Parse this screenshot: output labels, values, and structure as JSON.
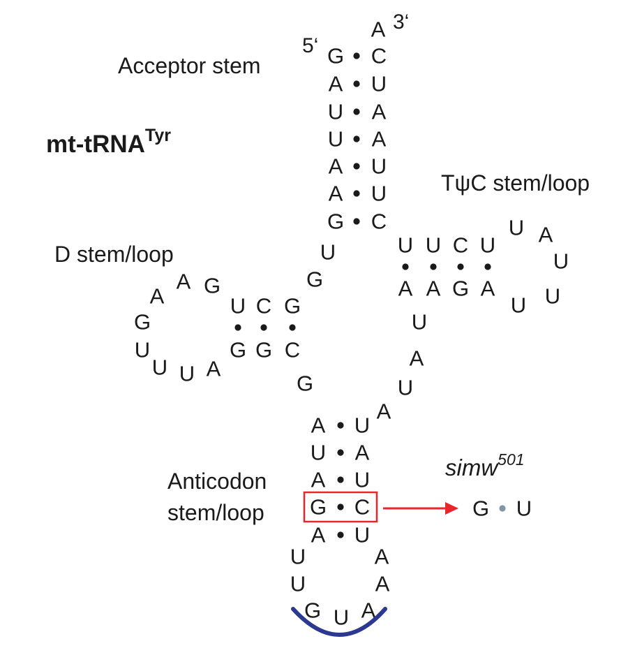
{
  "title": {
    "main": "mt-tRNA",
    "superscript": "Tyr"
  },
  "labels": {
    "acceptor": "Acceptor stem",
    "tpsic": "TψC stem/loop",
    "dstem": "D stem/loop",
    "anticodon_line1": "Anticodon",
    "anticodon_line2": "stem/loop",
    "five_prime": "5‘",
    "three_prime": "3‘"
  },
  "mutant": {
    "name": "simw",
    "superscript": "501",
    "base1": "G",
    "base2": "U"
  },
  "colors": {
    "highlight_box": "#e8262c",
    "arrow": "#e8262c",
    "mutant_bond": "#7f97a3",
    "anticodon_arc": "#2b3990",
    "text": "#1a1a1a"
  },
  "acceptor_stem": [
    [
      "G",
      "C"
    ],
    [
      "A",
      "U"
    ],
    [
      "U",
      "A"
    ],
    [
      "U",
      "A"
    ],
    [
      "A",
      "U"
    ],
    [
      "A",
      "U"
    ],
    [
      "G",
      "C"
    ]
  ],
  "acceptor_3prime_overhang": "A",
  "tpsic_stem": [
    [
      "U",
      "A"
    ],
    [
      "U",
      "A"
    ],
    [
      "C",
      "G"
    ],
    [
      "U",
      "A"
    ]
  ],
  "tpsic_loop": [
    "U",
    "A",
    "U",
    "U",
    "U"
  ],
  "d_stem": [
    [
      "U",
      "G"
    ],
    [
      "C",
      "G"
    ],
    [
      "G",
      "C"
    ]
  ],
  "d_loop": [
    "G",
    "A",
    "A",
    "G",
    "U",
    "U",
    "U",
    "A"
  ],
  "connectors": {
    "acceptor_to_d": [
      "U",
      "G"
    ],
    "d_to_anticodon": "G",
    "anticodon_to_tpsic": [
      "A",
      "U",
      "A",
      "U"
    ]
  },
  "anticodon_stem": [
    [
      "A",
      "U"
    ],
    [
      "U",
      "A"
    ],
    [
      "A",
      "U"
    ],
    [
      "G",
      "C"
    ],
    [
      "A",
      "U"
    ]
  ],
  "anticodon_loop": [
    "U",
    "U",
    "G",
    "U",
    "A",
    "A",
    "A"
  ],
  "highlighted_pair_index": 3
}
